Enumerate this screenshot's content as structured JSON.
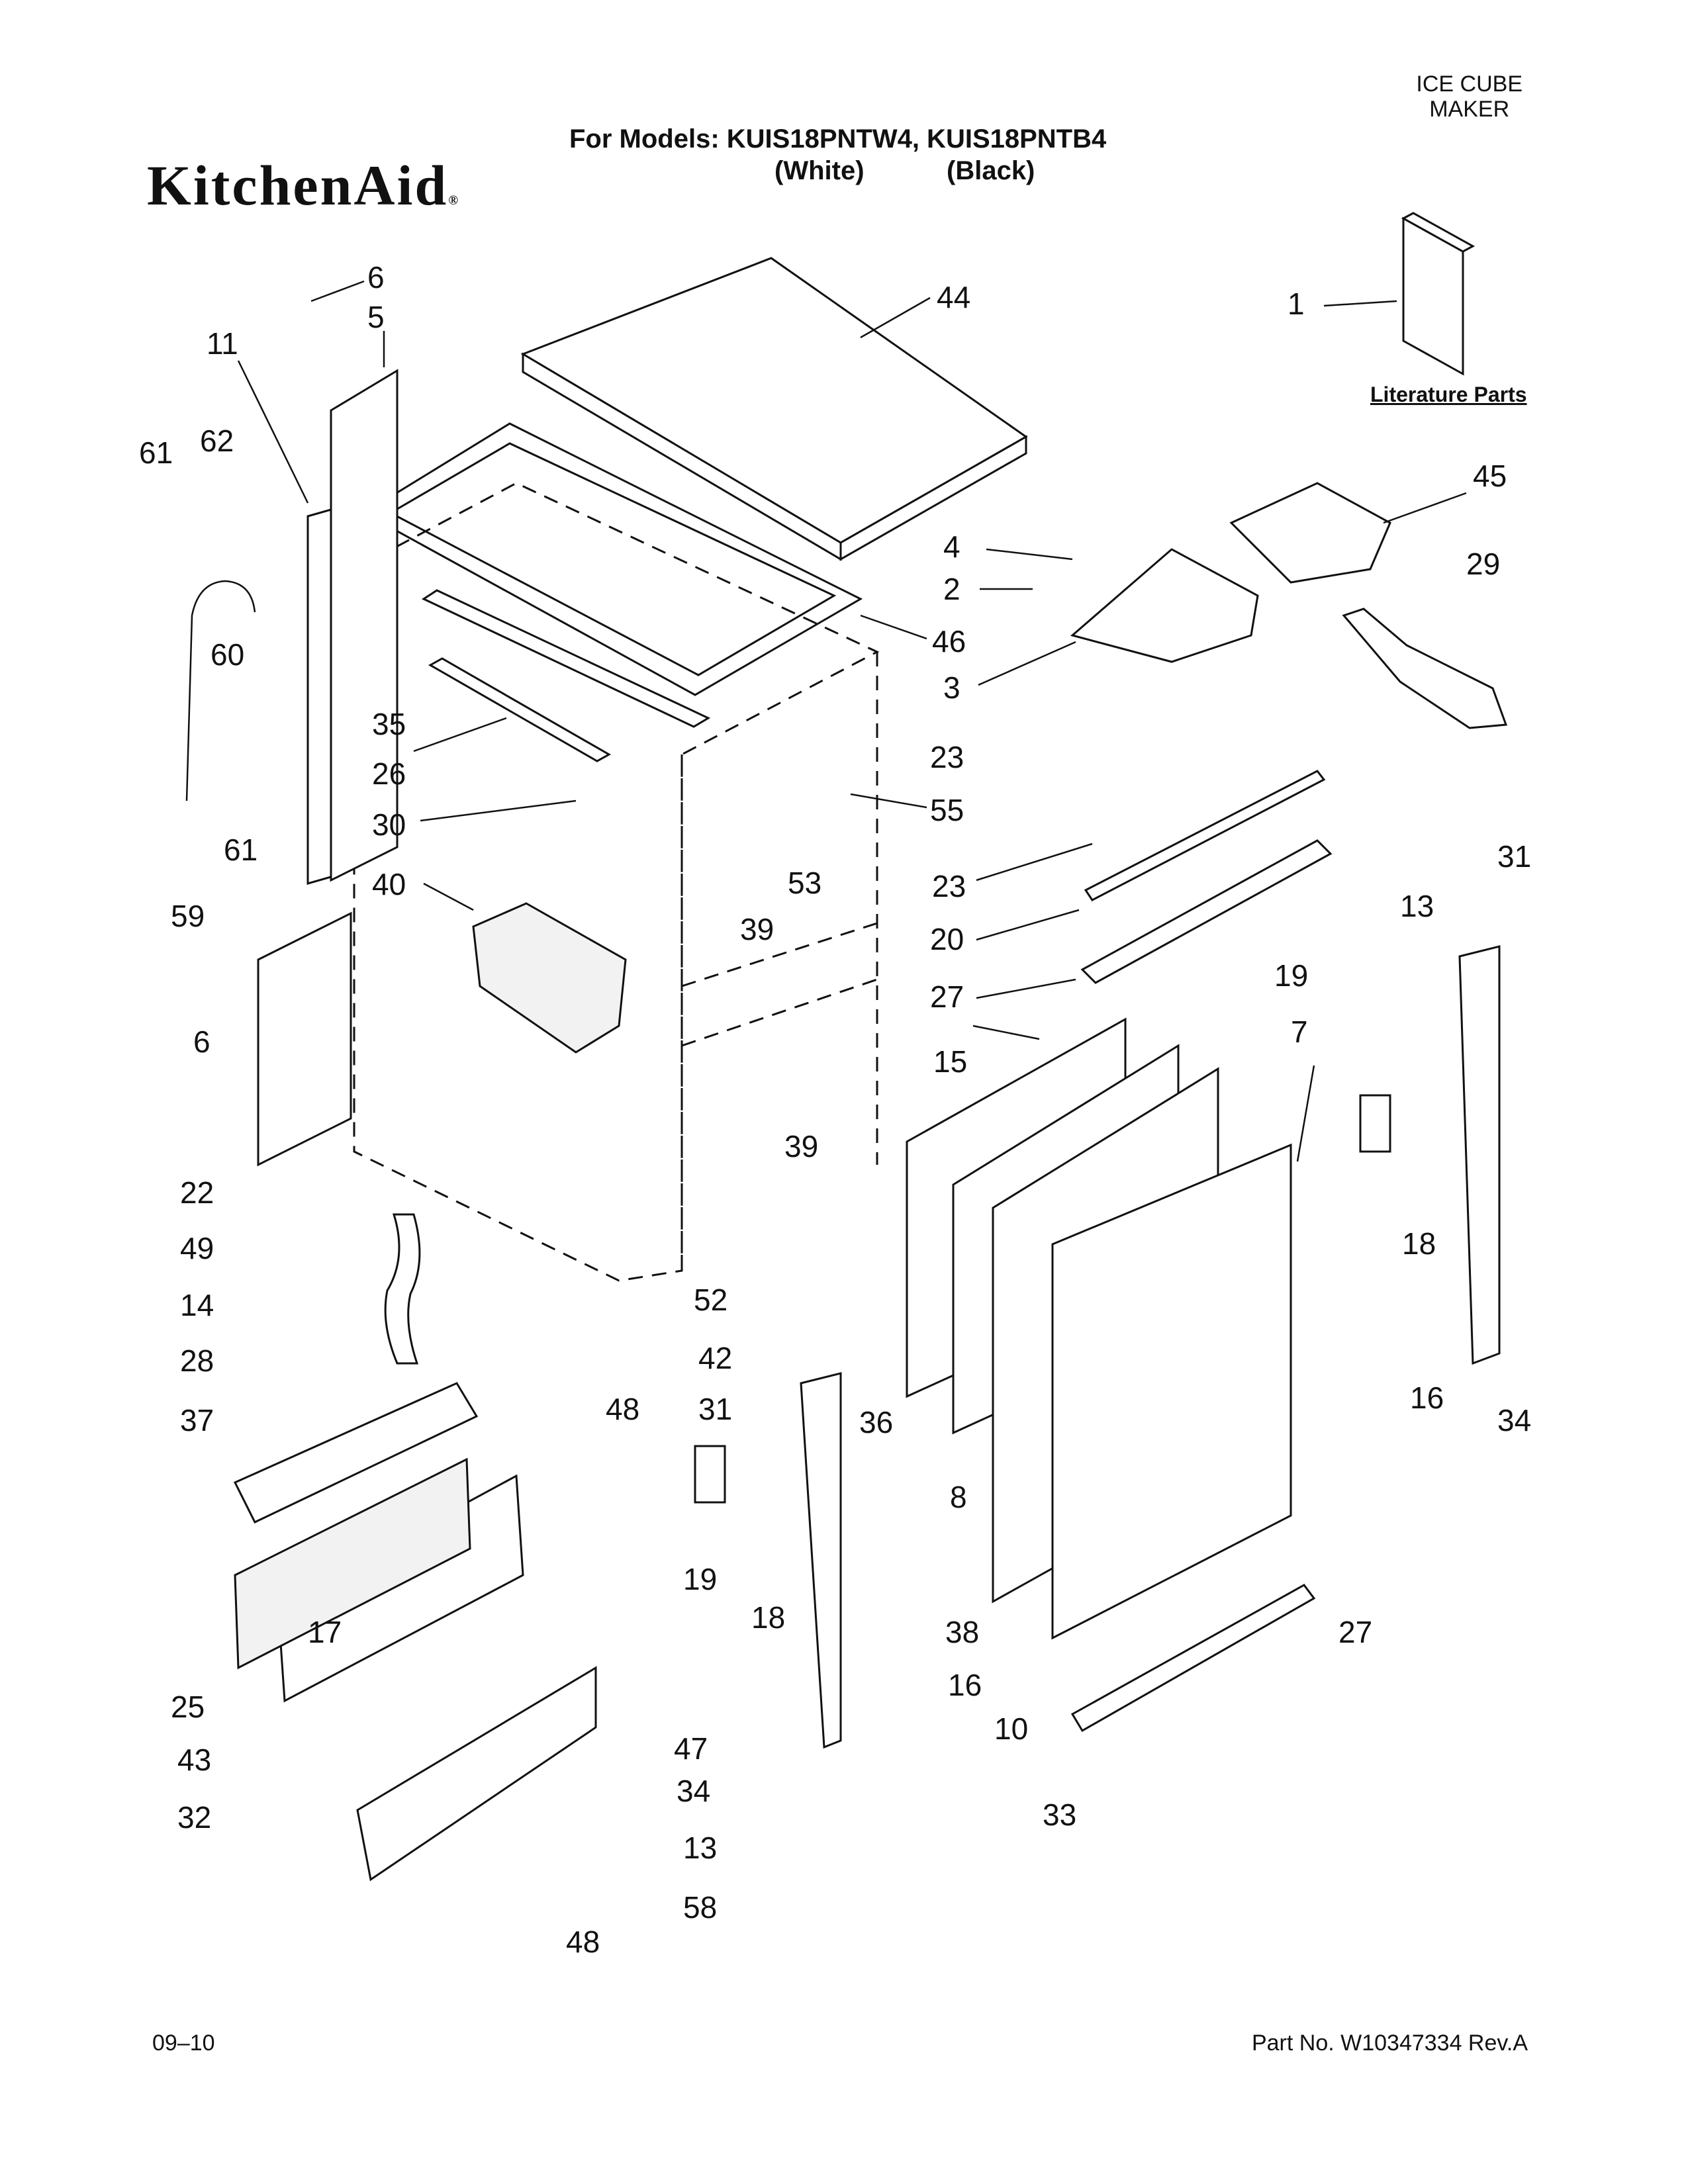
{
  "header": {
    "product_line1": "ICE CUBE",
    "product_line2": "MAKER",
    "brand": "KitchenAid",
    "models_text": "For Models: KUIS18PNTW4, KUIS18PNTB4",
    "color_white": "(White)",
    "color_black": "(Black)"
  },
  "literature_label": "Literature Parts",
  "footer": {
    "date_code": "09–10",
    "part_number": "Part No. W10347334 Rev.A"
  },
  "callouts": [
    {
      "n": "1"
    },
    {
      "n": "44"
    },
    {
      "n": "6"
    },
    {
      "n": "5"
    },
    {
      "n": "11"
    },
    {
      "n": "61"
    },
    {
      "n": "62"
    },
    {
      "n": "45"
    },
    {
      "n": "4"
    },
    {
      "n": "29"
    },
    {
      "n": "2"
    },
    {
      "n": "46"
    },
    {
      "n": "3"
    },
    {
      "n": "60"
    },
    {
      "n": "35"
    },
    {
      "n": "23"
    },
    {
      "n": "26"
    },
    {
      "n": "55"
    },
    {
      "n": "30"
    },
    {
      "n": "61"
    },
    {
      "n": "53"
    },
    {
      "n": "23"
    },
    {
      "n": "31"
    },
    {
      "n": "40"
    },
    {
      "n": "59"
    },
    {
      "n": "39"
    },
    {
      "n": "13"
    },
    {
      "n": "20"
    },
    {
      "n": "19"
    },
    {
      "n": "6"
    },
    {
      "n": "27"
    },
    {
      "n": "7"
    },
    {
      "n": "15"
    },
    {
      "n": "39"
    },
    {
      "n": "22"
    },
    {
      "n": "18"
    },
    {
      "n": "49"
    },
    {
      "n": "14"
    },
    {
      "n": "52"
    },
    {
      "n": "16"
    },
    {
      "n": "34"
    },
    {
      "n": "28"
    },
    {
      "n": "42"
    },
    {
      "n": "48"
    },
    {
      "n": "37"
    },
    {
      "n": "31"
    },
    {
      "n": "36"
    },
    {
      "n": "8"
    },
    {
      "n": "19"
    },
    {
      "n": "18"
    },
    {
      "n": "38"
    },
    {
      "n": "17"
    },
    {
      "n": "27"
    },
    {
      "n": "16"
    },
    {
      "n": "25"
    },
    {
      "n": "10"
    },
    {
      "n": "43"
    },
    {
      "n": "47"
    },
    {
      "n": "32"
    },
    {
      "n": "34"
    },
    {
      "n": "33"
    },
    {
      "n": "13"
    },
    {
      "n": "58"
    },
    {
      "n": "48"
    }
  ]
}
